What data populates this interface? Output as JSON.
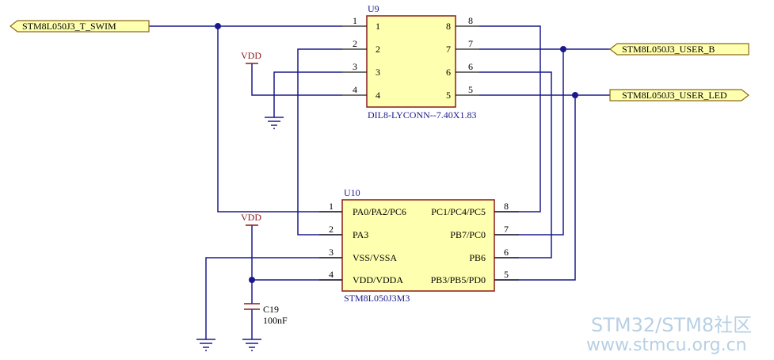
{
  "u9": {
    "designator": "U9",
    "footprint": "DIL8-LYCONN--7.40X1.83",
    "pins_left": [
      "1",
      "2",
      "3",
      "4"
    ],
    "pins_right": [
      "8",
      "7",
      "6",
      "5"
    ],
    "inner_left": [
      "1",
      "2",
      "3",
      "4"
    ],
    "inner_right": [
      "8",
      "7",
      "6",
      "5"
    ]
  },
  "u10": {
    "designator": "U10",
    "part": "STM8L050J3M3",
    "pins_left": [
      "1",
      "2",
      "3",
      "4"
    ],
    "pins_right": [
      "8",
      "7",
      "6",
      "5"
    ],
    "names_left": [
      "PA0/PA2/PC6",
      "PA3",
      "VSS/VSSA",
      "VDD/VDDA"
    ],
    "names_right": [
      "PC1/PC4/PC5",
      "PB7/PC0",
      "PB6",
      "PB3/PB5/PD0"
    ]
  },
  "ports": {
    "swim": "STM8L050J3_T_SWIM",
    "user_b": "STM8L050J3_USER_B",
    "user_led": "STM8L050J3_USER_LED"
  },
  "power": {
    "vdd1": "VDD",
    "vdd2": "VDD"
  },
  "c19": {
    "designator": "C19",
    "value": "100nF"
  },
  "watermark": {
    "line1": "STM32/STM8社区",
    "line2": "www.stmcu.org.cn"
  },
  "colors": {
    "wire": "#1a1a8c",
    "component_outline": "#8b1a1a",
    "component_fill": "#ffffb0",
    "watermark": "#b8d0e4"
  }
}
